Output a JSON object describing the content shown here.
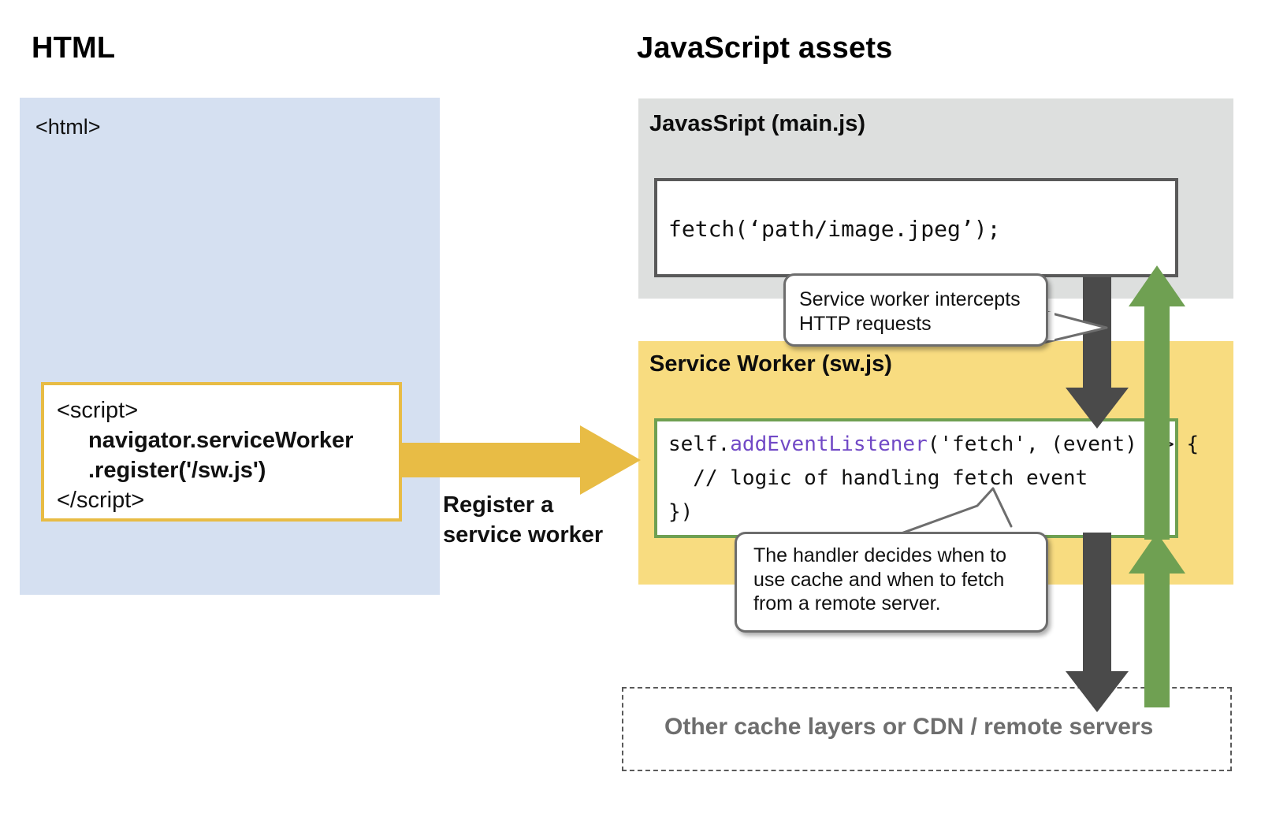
{
  "titles": {
    "html_column": "HTML",
    "js_column": "JavaScript assets"
  },
  "html_region": {
    "label": "<html>",
    "bg_color": "#d5e0f1",
    "script_box": {
      "border_color": "#e8bc45",
      "lines": [
        "<script>",
        "navigator.serviceWorker",
        ".register('/sw.js')",
        "</script>"
      ]
    }
  },
  "mainjs_region": {
    "label": "JavasSript (main.js)",
    "bg_color": "#dddfde",
    "code_box": {
      "border_color": "#595959",
      "line": "fetch(‘path/image.jpeg’);"
    }
  },
  "sw_region": {
    "label": "Service Worker (sw.js)",
    "bg_color": "#f8dc80",
    "code_box": {
      "border_color": "#6fa052",
      "line1_a": "self.",
      "line1_b": "addEventListener",
      "line1_c": "('fetch', (event) => {",
      "line2": "  // logic of handling fetch event",
      "line3": "})",
      "highlight_color": "#7149c6"
    }
  },
  "remote_region": {
    "label": "Other cache layers or CDN / remote servers",
    "border_style": "dashed",
    "text_color": "#6e6e6e"
  },
  "register_arrow": {
    "label": "Register a\nservice worker",
    "color": "#e8bc45"
  },
  "callouts": [
    {
      "id": "intercept",
      "text": "Service worker intercepts\nHTTP requests"
    },
    {
      "id": "handler",
      "text": "The handler decides when to\nuse cache and when to fetch\nfrom a remote server."
    }
  ],
  "flow_arrows": {
    "request_color": "#4a4a4a",
    "response_color": "#6fa052"
  }
}
